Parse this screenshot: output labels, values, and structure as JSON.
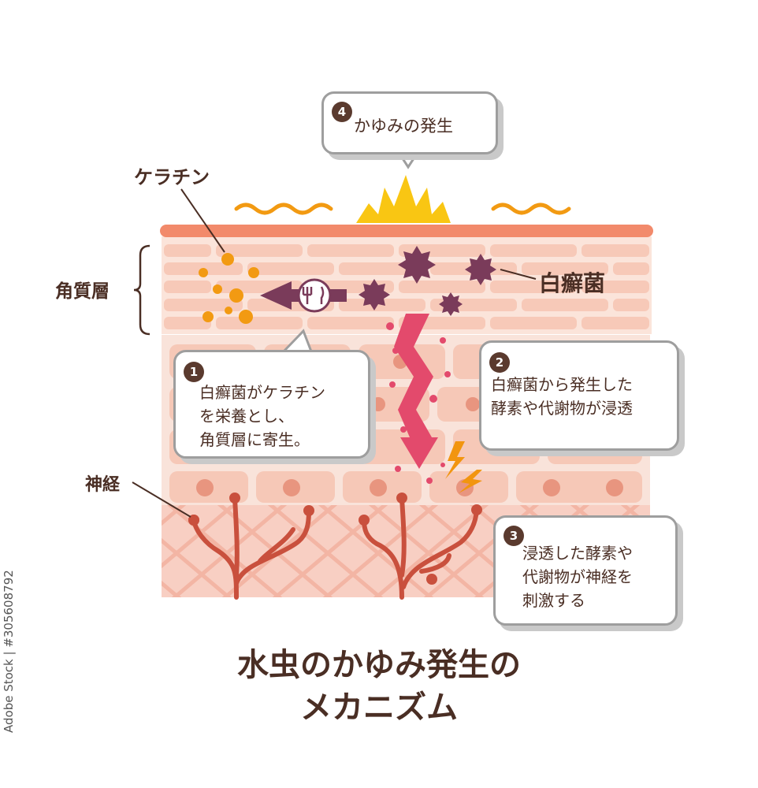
{
  "labels": {
    "keratin": "ケラチン",
    "stratum_corneum": "角質層",
    "trichophyton": "白癬菌",
    "nerve": "神経"
  },
  "callouts": [
    {
      "num": "1",
      "lines": [
        "白癬菌がケラチン",
        "を栄養とし、",
        "角質層に寄生。"
      ]
    },
    {
      "num": "2",
      "lines": [
        "白癬菌から発生した",
        "酵素や代謝物が浸透"
      ]
    },
    {
      "num": "3",
      "lines": [
        "浸透した酵素や",
        "代謝物が神経を",
        "刺激する"
      ]
    },
    {
      "num": "4",
      "lines": [
        "かゆみの発生"
      ]
    }
  ],
  "title": {
    "line1": "水虫のかゆみ発生の",
    "line2": "メカニズム"
  },
  "credit": "Adobe Stock | #305608792",
  "colors": {
    "text_brown": "#4a2e24",
    "skin_top": "#f28a6b",
    "cell_pink": "#f6c6b5",
    "nerve_red": "#c9503d",
    "fungus_purple": "#7a3b5a",
    "keratin_orange": "#f29a12",
    "itch_yellow": "#f9c613",
    "arrow_pink": "#e34a6c"
  }
}
